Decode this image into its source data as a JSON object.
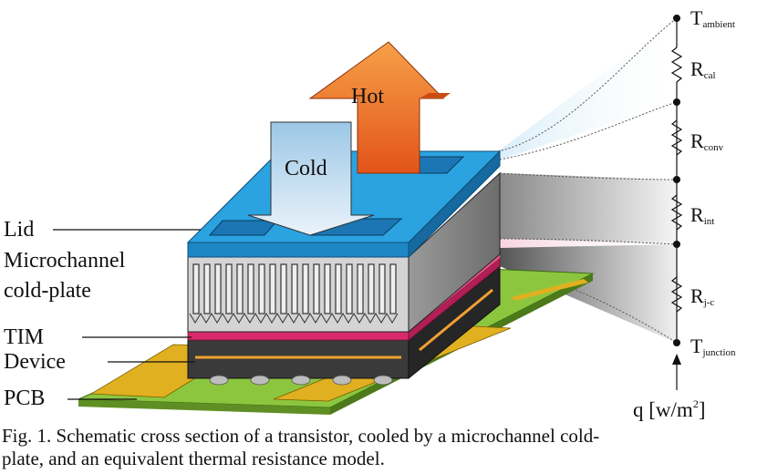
{
  "labels": {
    "lid": "Lid",
    "microchannel_line1": "Microchannel",
    "microchannel_line2": "cold-plate",
    "tim": "TIM",
    "device": "Device",
    "pcb": "PCB"
  },
  "arrows": {
    "hot": "Hot",
    "cold": "Cold"
  },
  "resistor_network": {
    "nodes": [
      {
        "main": "T",
        "sub": "ambient"
      },
      {
        "main": "T",
        "sub": "junction"
      }
    ],
    "resistors": [
      {
        "main": "R",
        "sub": "cal"
      },
      {
        "main": "R",
        "sub": "conv"
      },
      {
        "main": "R",
        "sub": "int"
      },
      {
        "main": "R",
        "sub": "j-c"
      }
    ],
    "heat_flux": {
      "text": "q [w/m",
      "sup": "2",
      "close": "]"
    }
  },
  "caption": {
    "line1": "Fig. 1. Schematic cross section of a transistor, cooled by a microchannel cold-",
    "line2": "plate, and an equivalent thermal resistance model."
  },
  "colors": {
    "lid": "#2aa3e0",
    "lid_dark": "#1b76b3",
    "coldplate": "#c9c9c9",
    "tim": "#d92a6a",
    "device": "#3a3a3a",
    "pcb": "#8cc63f",
    "pad": "#e0b020",
    "hot_arrow": "#ef6a1b",
    "cold_arrow": "#b8d6ec"
  }
}
